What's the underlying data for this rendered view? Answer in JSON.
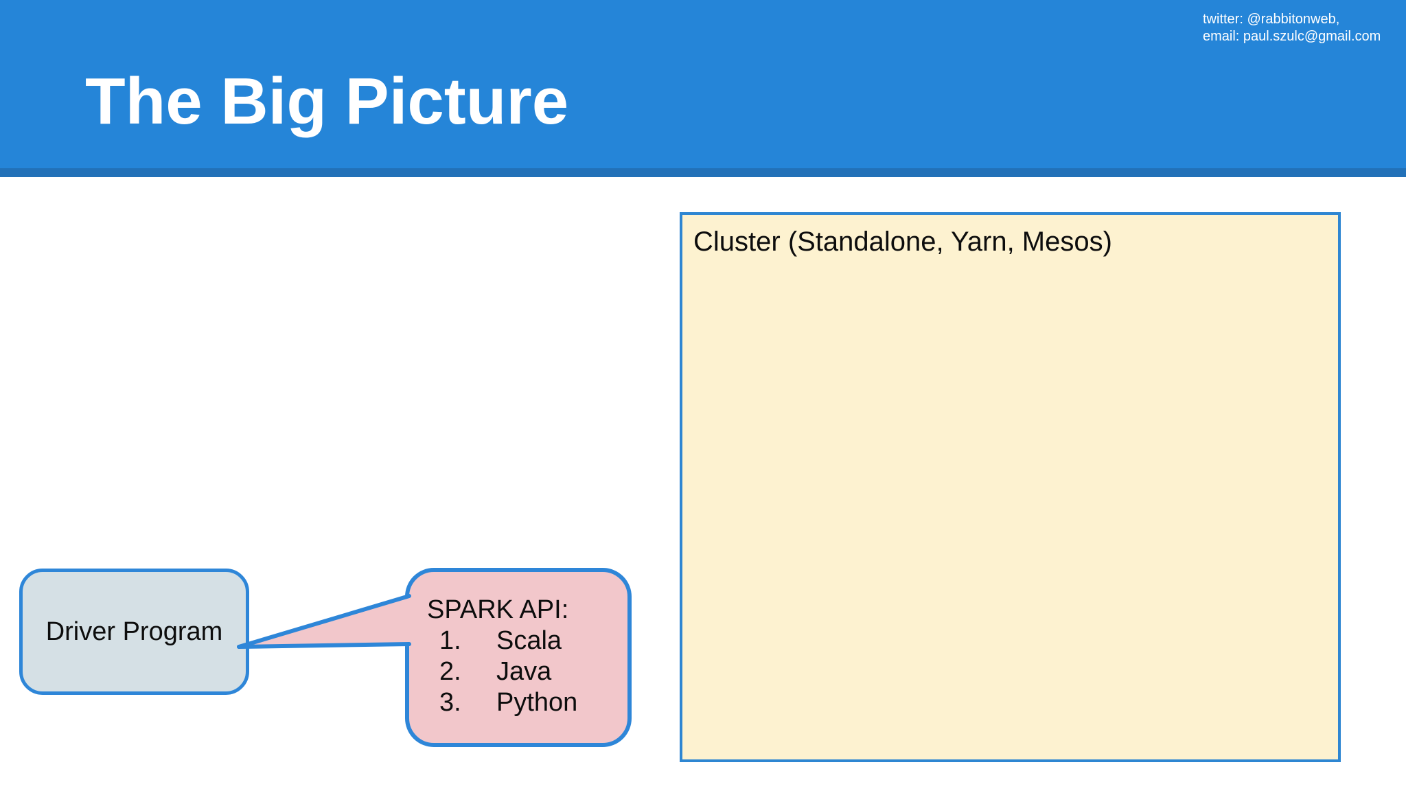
{
  "header": {
    "title": "The Big Picture",
    "contact": {
      "line1": "twitter: @rabbitonweb,",
      "line2": "email: paul.szulc@gmail.com"
    },
    "bg_color": "#2585d8",
    "accent_strip_color": "#2271b8",
    "text_color": "#ffffff"
  },
  "diagram": {
    "cluster_box": {
      "label": "Cluster (Standalone, Yarn, Mesos)",
      "fill_color": "#fdf2d0",
      "border_color": "#2e86d2"
    },
    "driver_box": {
      "label": "Driver Program",
      "fill_color": "#d5e0e5",
      "border_color": "#2e86d8"
    },
    "spark_api_callout": {
      "title": "SPARK API:",
      "items": [
        {
          "num": "1.",
          "label": "Scala"
        },
        {
          "num": "2.",
          "label": "Java"
        },
        {
          "num": "3.",
          "label": "Python"
        }
      ],
      "fill_color": "#f2c7cb",
      "border_color": "#2e86d8"
    }
  }
}
